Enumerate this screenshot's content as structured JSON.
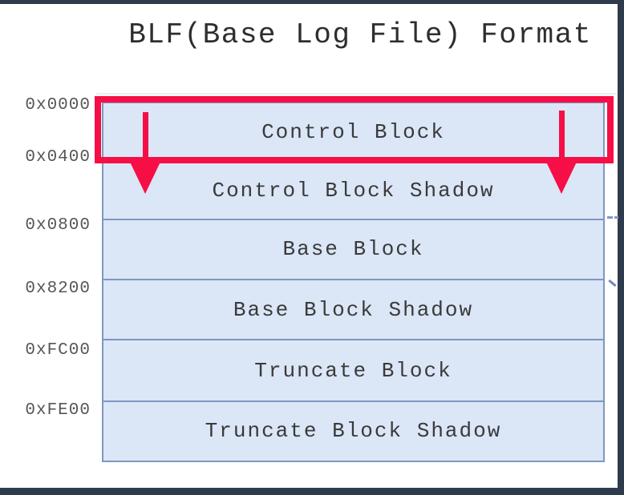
{
  "title": "BLF(Base Log File) Format",
  "diagram": {
    "rows": [
      {
        "offset": "0x0000",
        "label": "Control Block"
      },
      {
        "offset": "0x0400",
        "label": "Control Block Shadow"
      },
      {
        "offset": "0x0800",
        "label": "Base Block"
      },
      {
        "offset": "0x8200",
        "label": "Base Block Shadow"
      },
      {
        "offset": "0xFC00",
        "label": "Truncate Block"
      },
      {
        "offset": "0xFE00",
        "label": "Truncate Block Shadow"
      }
    ],
    "annotations": {
      "highlighted_row": "Control Block",
      "arrow_icons": [
        "down-arrow-icon",
        "down-arrow-icon"
      ]
    },
    "colors": {
      "highlight": "#f50f46",
      "block_fill": "#dbe6f7",
      "block_border": "#7f97c1",
      "window_frame": "#2e3b4d",
      "text": "#3a3a3a"
    }
  }
}
